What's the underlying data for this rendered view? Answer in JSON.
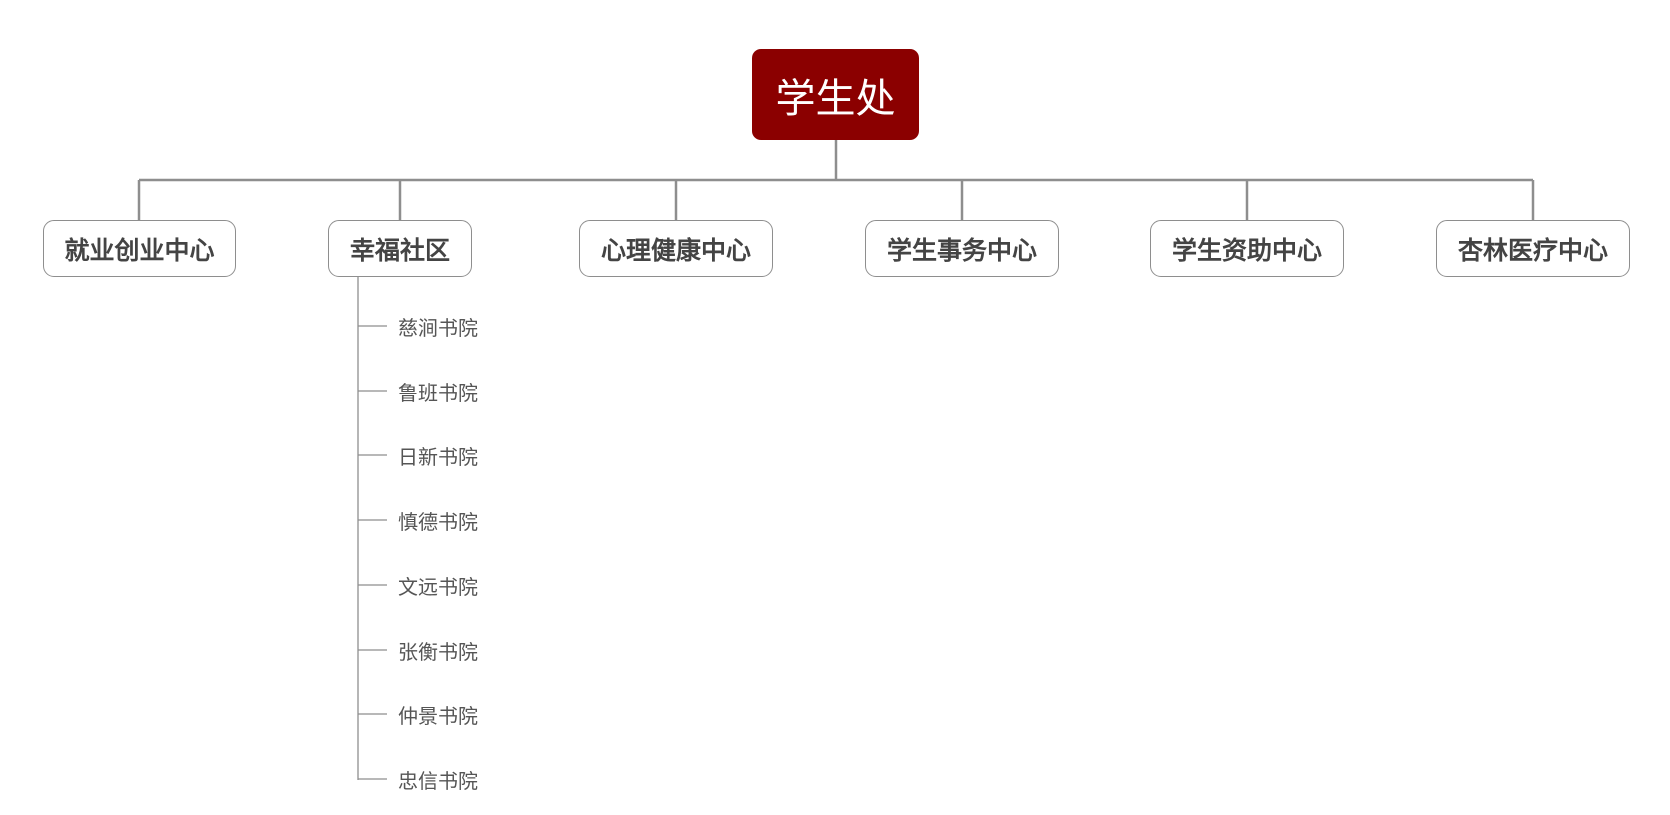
{
  "diagram": {
    "root": {
      "label": "学生处",
      "color": "#8b0000"
    },
    "departments": [
      {
        "label": "就业创业中心"
      },
      {
        "label": "幸福社区"
      },
      {
        "label": "心理健康中心"
      },
      {
        "label": "学生事务中心"
      },
      {
        "label": "学生资助中心"
      },
      {
        "label": "杏林医疗中心"
      }
    ],
    "community_colleges": [
      {
        "label": "慈涧书院"
      },
      {
        "label": "鲁班书院"
      },
      {
        "label": "日新书院"
      },
      {
        "label": "慎德书院"
      },
      {
        "label": "文远书院"
      },
      {
        "label": "张衡书院"
      },
      {
        "label": "仲景书院"
      },
      {
        "label": "忠信书院"
      }
    ],
    "line_color": "#8e8e8e"
  }
}
